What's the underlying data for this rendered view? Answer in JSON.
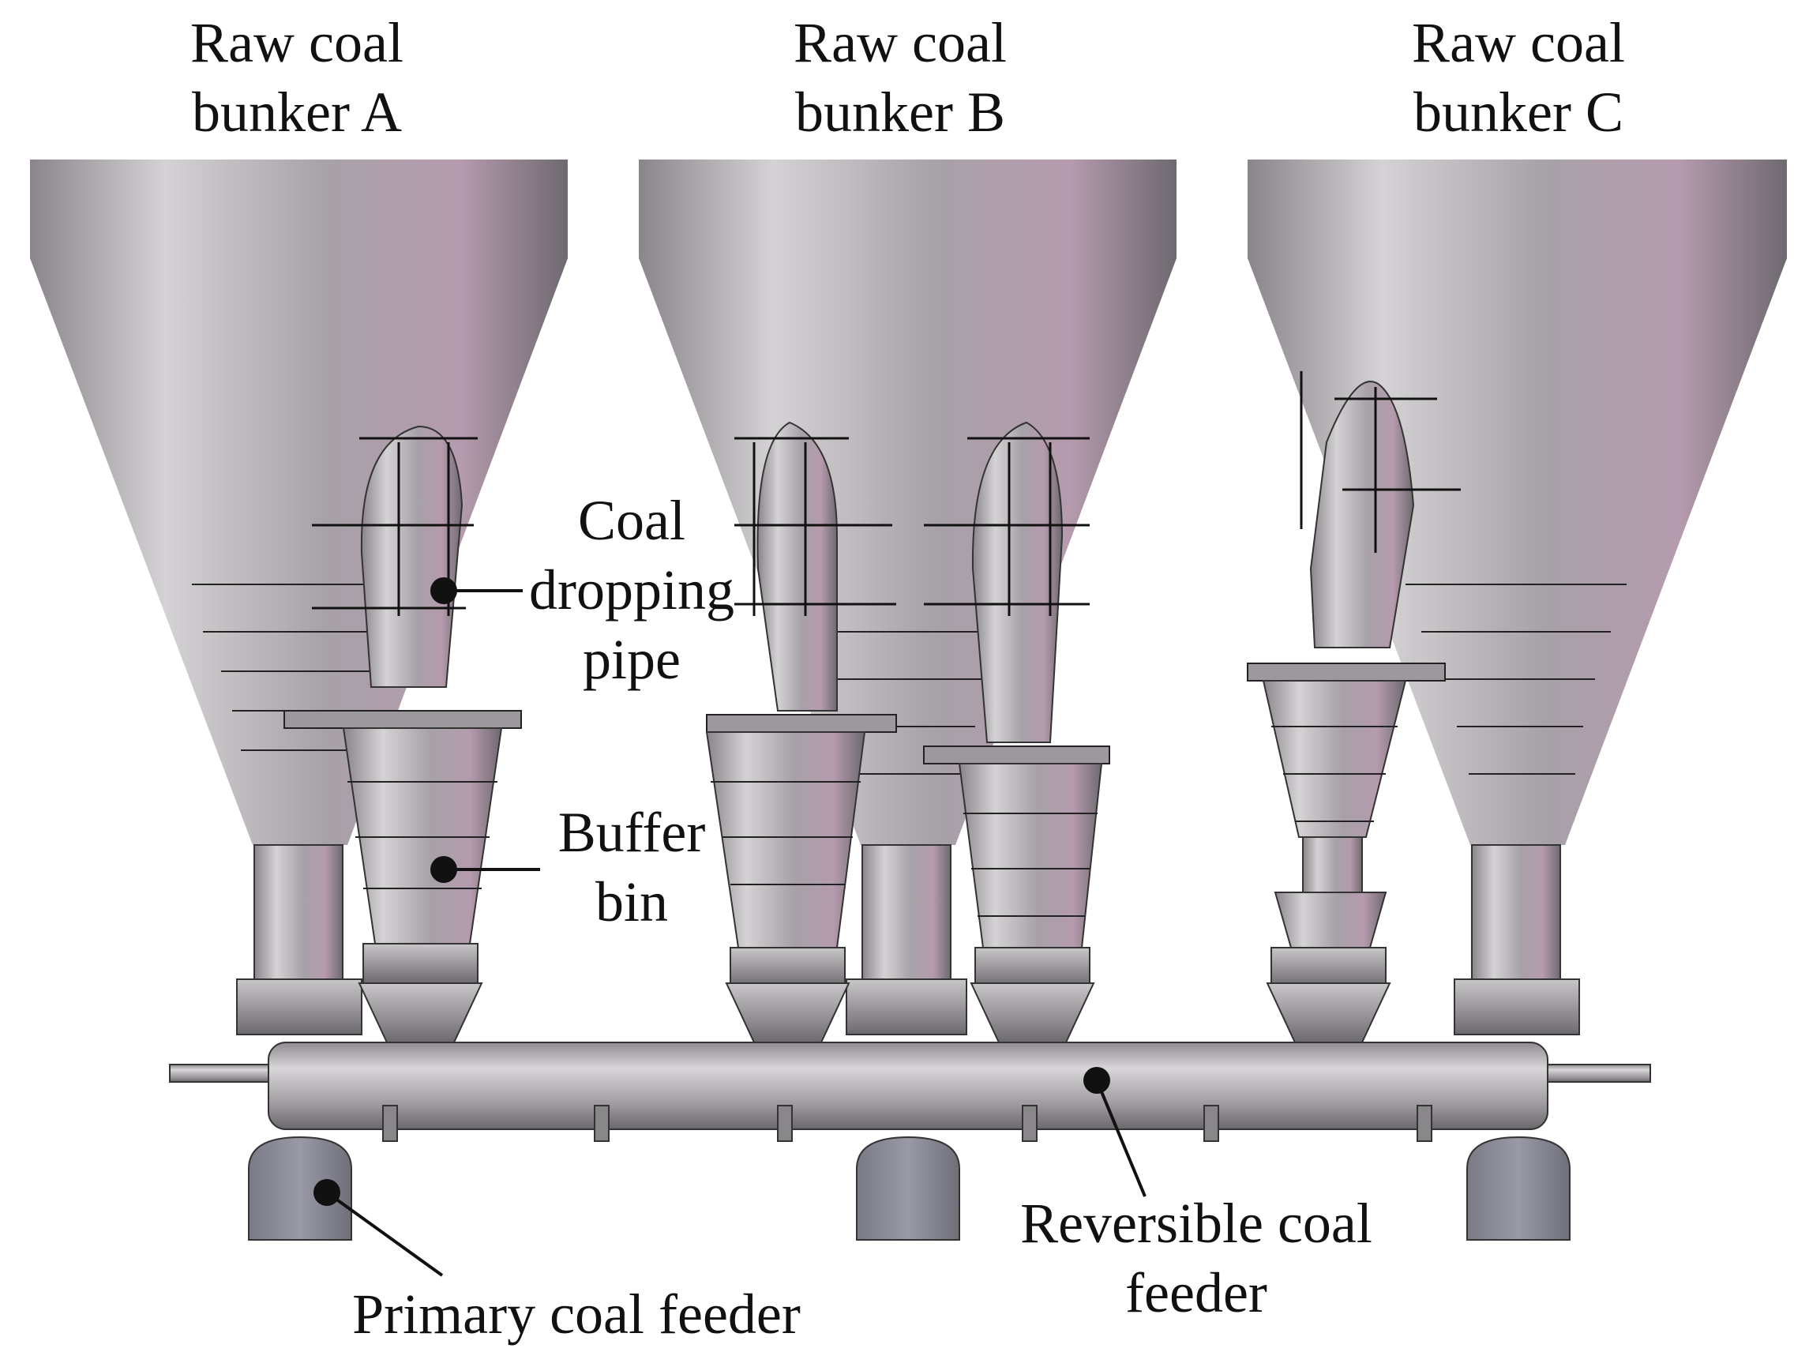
{
  "labels": {
    "bunker_a": [
      "Raw coal",
      "bunker A"
    ],
    "bunker_b": [
      "Raw coal",
      "bunker B"
    ],
    "bunker_c": [
      "Raw coal",
      "bunker C"
    ],
    "coal_dropping_pipe": [
      "Coal",
      "dropping",
      "pipe"
    ],
    "buffer_bin": [
      "Buffer",
      "bin"
    ],
    "reversible_feeder": [
      "Reversible coal",
      "feeder"
    ],
    "primary_feeder": "Primary coal feeder"
  },
  "colors": {
    "metal_light": "#d2d0d2",
    "metal_mid": "#a9a4a9",
    "metal_dark": "#6f6a70",
    "metal_tint": "#b79cae",
    "feeder_block": "#8d8d99",
    "line": "#111111"
  }
}
